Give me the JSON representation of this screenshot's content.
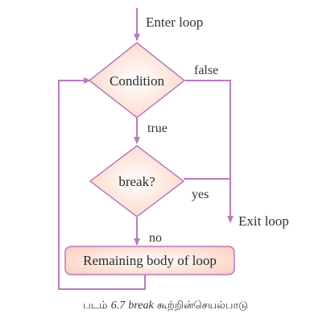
{
  "colors": {
    "line": "#b87bbd",
    "node_fill_outer": "#f9d0bf",
    "node_fill_inner": "#ffffff",
    "node_stroke": "#b87bbd",
    "text": "#2b2b2b"
  },
  "labels": {
    "enter": "Enter loop",
    "false": "false",
    "true": "true",
    "yes": "yes",
    "exit": "Exit loop",
    "no": "no"
  },
  "nodes": {
    "condition": "Condition",
    "break": "break?",
    "body": "Remaining body of loop"
  },
  "caption": {
    "prefix": "படம்",
    "number": "6.7",
    "keyword": "break",
    "suffix": "கூற்றின்செயல்பாடு"
  }
}
